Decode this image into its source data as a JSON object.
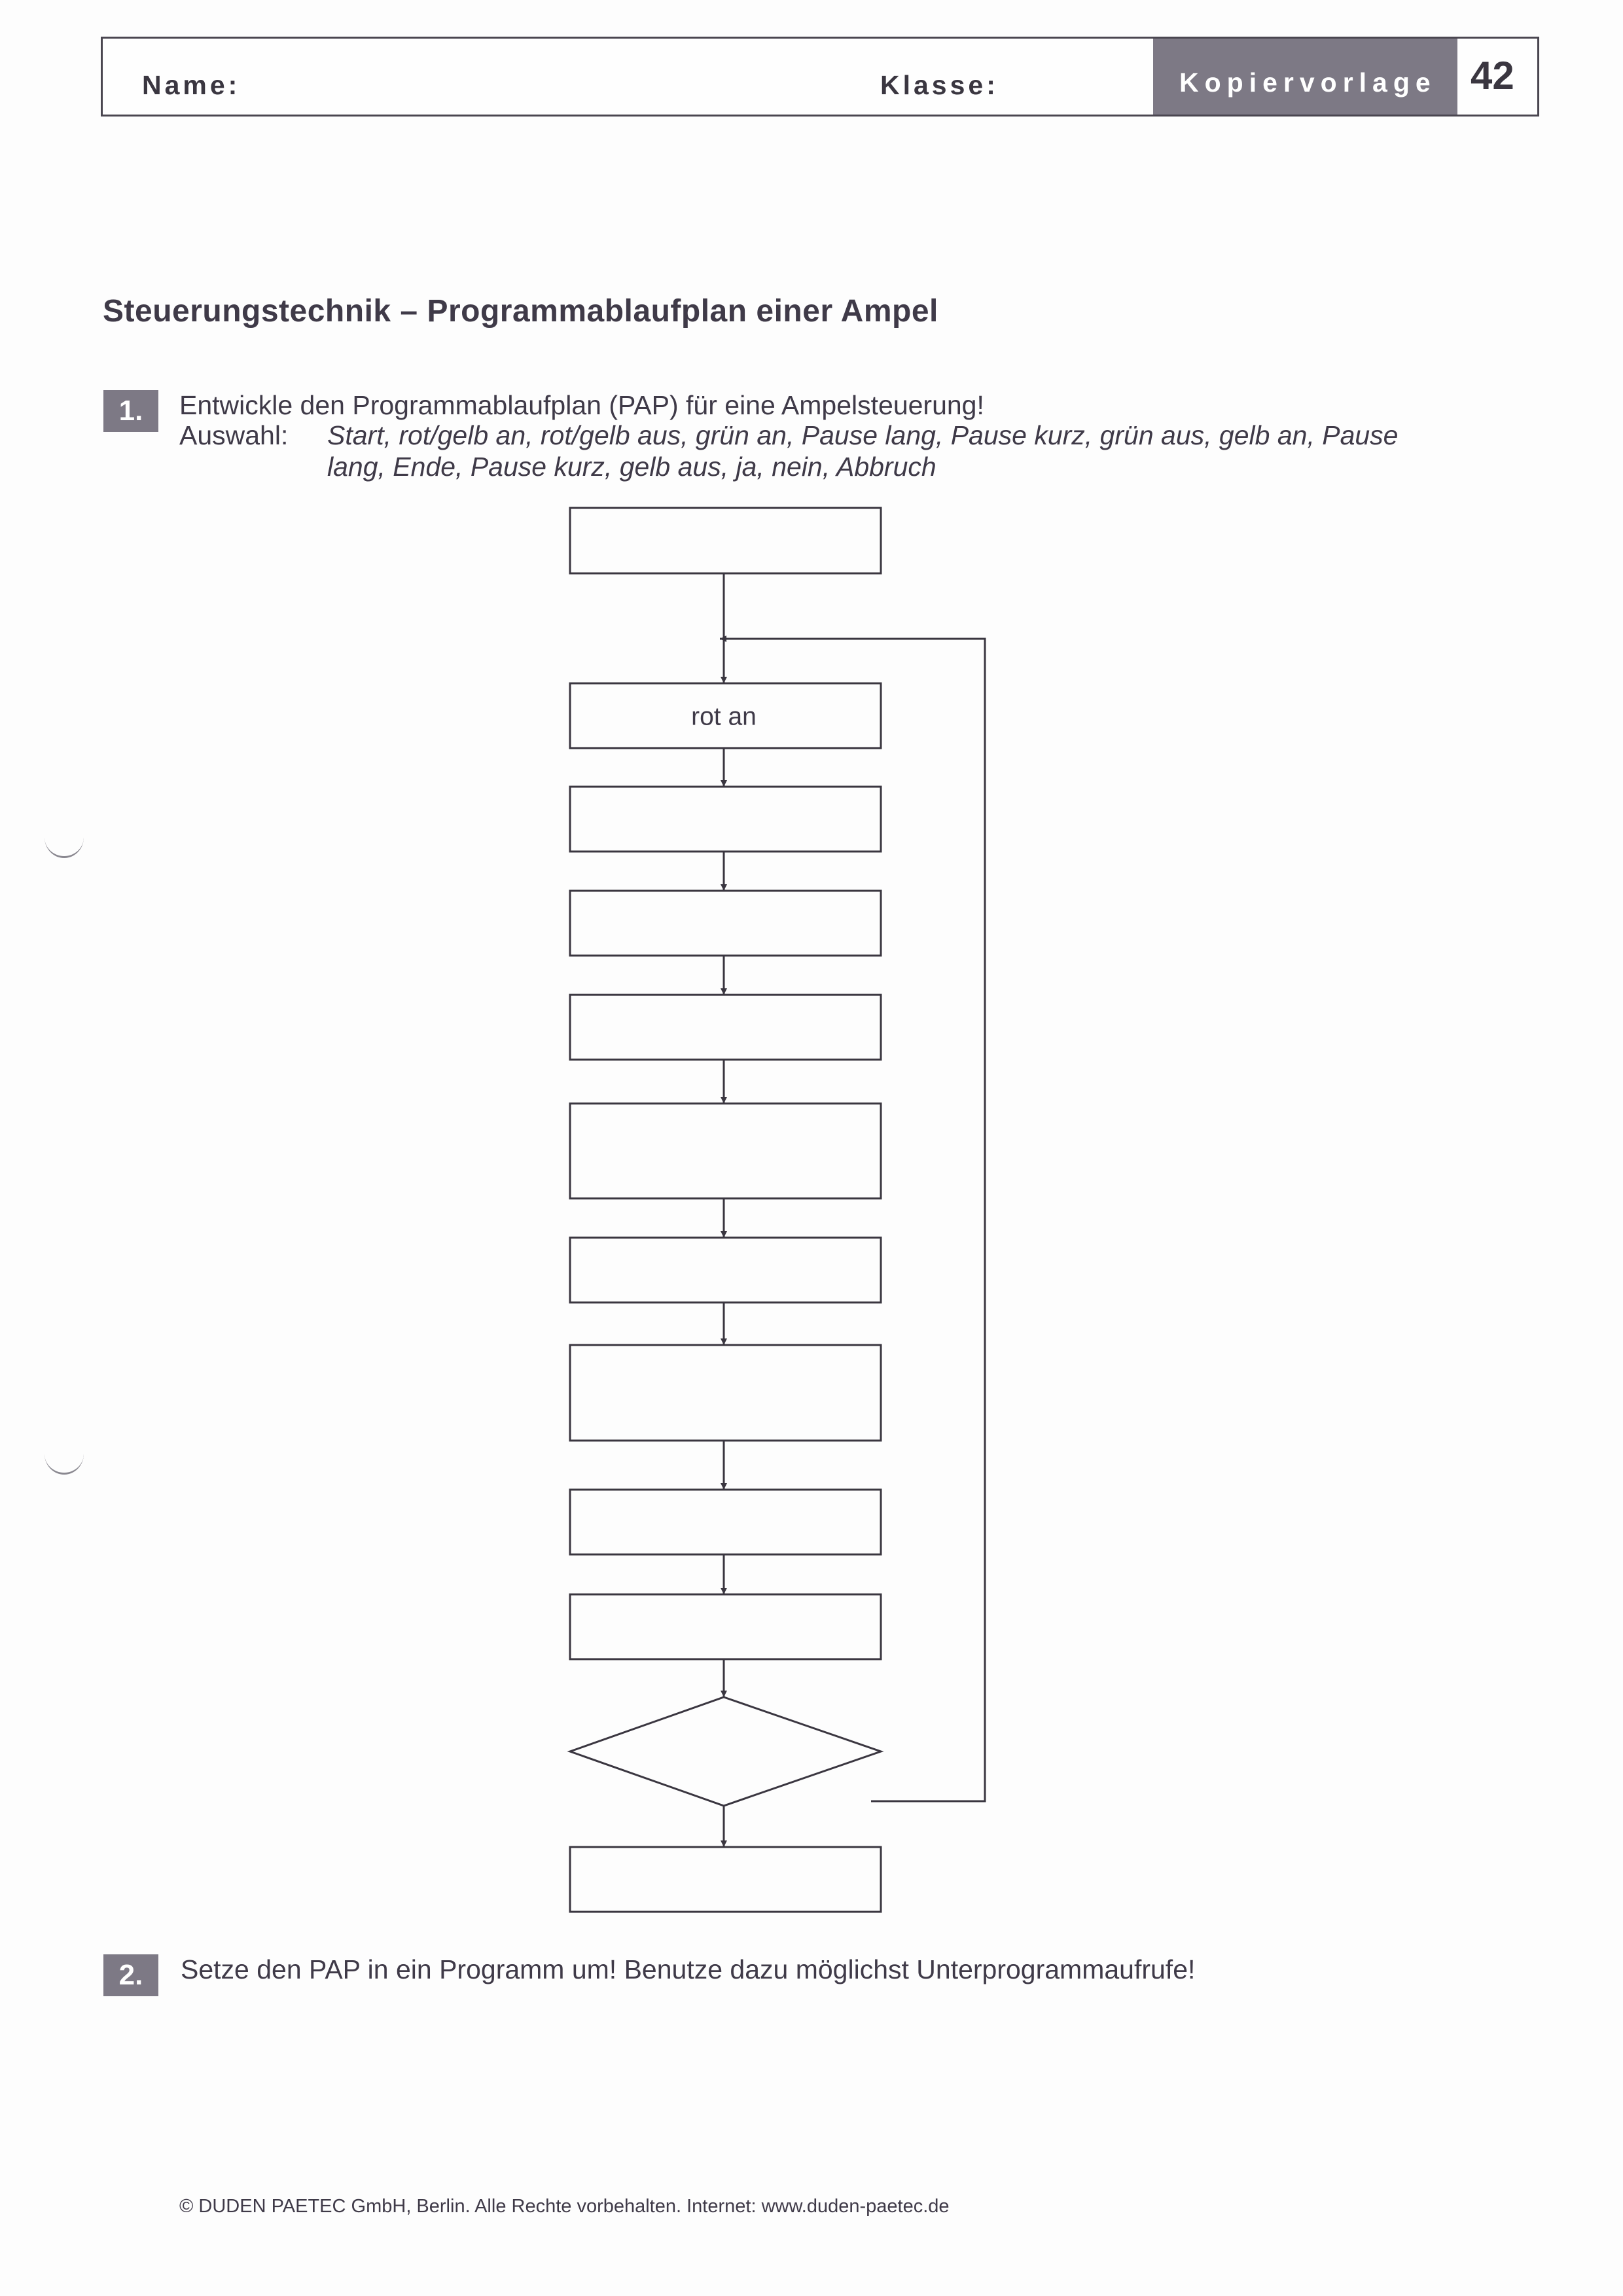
{
  "header": {
    "name_label": "Name:",
    "class_label": "Klasse:",
    "copy_label": "Kopiervorlage",
    "page_number": "42"
  },
  "title": "Steuerungstechnik – Programmablaufplan einer Ampel",
  "task1": {
    "number": "1.",
    "instruction": "Entwickle den Programmablaufplan (PAP) für eine Ampelsteuerung!",
    "selection_label": "Auswahl:",
    "selection_line1": "Start, rot/gelb an, rot/gelb aus, grün an, Pause lang, Pause kurz, grün aus, gelb an, Pause",
    "selection_line2": "lang, Ende, Pause kurz, gelb aus, ja, nein, Abbruch"
  },
  "flowchart": {
    "steps": [
      "",
      "rot an",
      "",
      "",
      "",
      "",
      "",
      "",
      "",
      "",
      "",
      ""
    ]
  },
  "task2": {
    "number": "2.",
    "instruction": "Setze den PAP in ein Programm um! Benutze dazu möglichst Unterprogrammaufrufe!"
  },
  "footer": {
    "copyright": "© DUDEN PAETEC GmbH, Berlin. Alle Rechte vorbehalten. Internet: www.duden-paetec.de"
  },
  "colors": {
    "badge": "#7d7985",
    "text": "#3f3a48",
    "line": "#3a3640"
  }
}
